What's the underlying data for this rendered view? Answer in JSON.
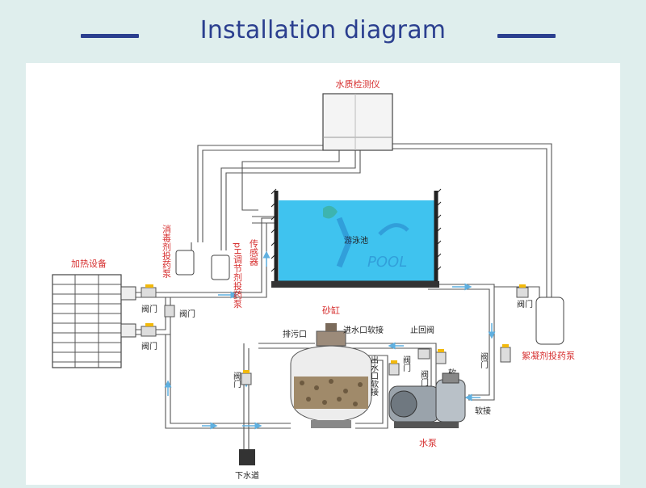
{
  "header": {
    "title": "Installation diagram"
  },
  "labels": {
    "water_quality_monitor": "水质检测仪",
    "heating_equipment": "加热设备",
    "disinfectant_pump": "消毒剂投药泵",
    "ph_pump": "pH调节剂投药泵",
    "sensor": "传感器",
    "pool": "游泳池",
    "sand_filter": "砂缸",
    "drain_outlet": "排污口",
    "inlet_hose": "进水口软接",
    "check_valve": "止回阀",
    "outlet_hose": "出水口软接",
    "flocculant_pump": "絮凝剂投药泵",
    "valve": "阀门",
    "hose": "软接",
    "water_pump": "水泵",
    "sewer": "下水道",
    "logo_text": "POOL"
  },
  "colors": {
    "accent": "#2b3f8f",
    "pool_water": "#3fc3ef",
    "red_label": "#d62e2e",
    "background": "#dfeeed"
  }
}
